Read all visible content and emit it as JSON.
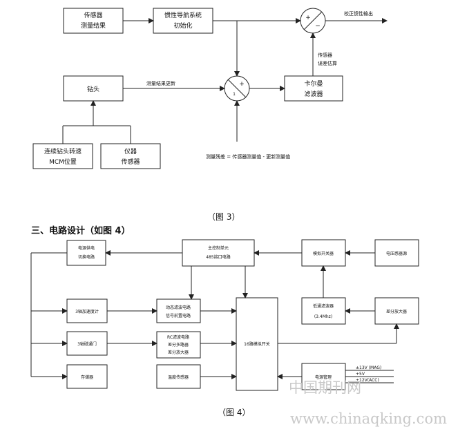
{
  "fig3": {
    "caption": "（图 3）",
    "sensor_result": [
      "传感器",
      "测量结果"
    ],
    "inertial": [
      "惯性导航系统",
      "初始化"
    ],
    "plus": "+",
    "minus": "−",
    "corrected_output": "校正惯性输出",
    "error_estimate": [
      "传感器",
      "误差估算"
    ],
    "drill_head": "钻头",
    "measure_update": "测量结果更新",
    "kalman": [
      "卡尔曼",
      "滤波器"
    ],
    "circle_sub": "1",
    "drill_rotate": [
      "连续钻头转速",
      "MCM位置"
    ],
    "instrument": [
      "仪器",
      "传感器"
    ],
    "formula": "测量残差 = 传感器测量值 - 更新测量值"
  },
  "section": {
    "title": "三、电路设计（如图 4）"
  },
  "fig4": {
    "caption": "（图 4）",
    "power_switch": [
      "电源供电",
      "切换电路"
    ],
    "main_ctrl": [
      "主控制单元",
      "485接口电路"
    ],
    "analog_switch_top": "模拟开关器",
    "voltage_sensor": "电压感器源",
    "accel3": "3轴加速度计",
    "filter_amp": [
      "动态滤波电路",
      "信号前置电路"
    ],
    "lowpass": [
      "低通滤波器",
      "(3.4Mhz)"
    ],
    "diff_amp": "差分放大器",
    "mag3": "3轴磁通门",
    "rc_filter": [
      "RC滤波电路",
      "差分多路器",
      "差分放大器"
    ],
    "analog_switch16": "16路模拟开关",
    "storage": "存储器",
    "temp_sensor": "温度传感器",
    "power_mgmt": "电源管理",
    "voltages": [
      "±13V (MAG)",
      "+5V",
      "±12V(ACC)"
    ]
  },
  "watermark": {
    "cn": "中国期刊网",
    "url": "www.chinaqking.com"
  }
}
